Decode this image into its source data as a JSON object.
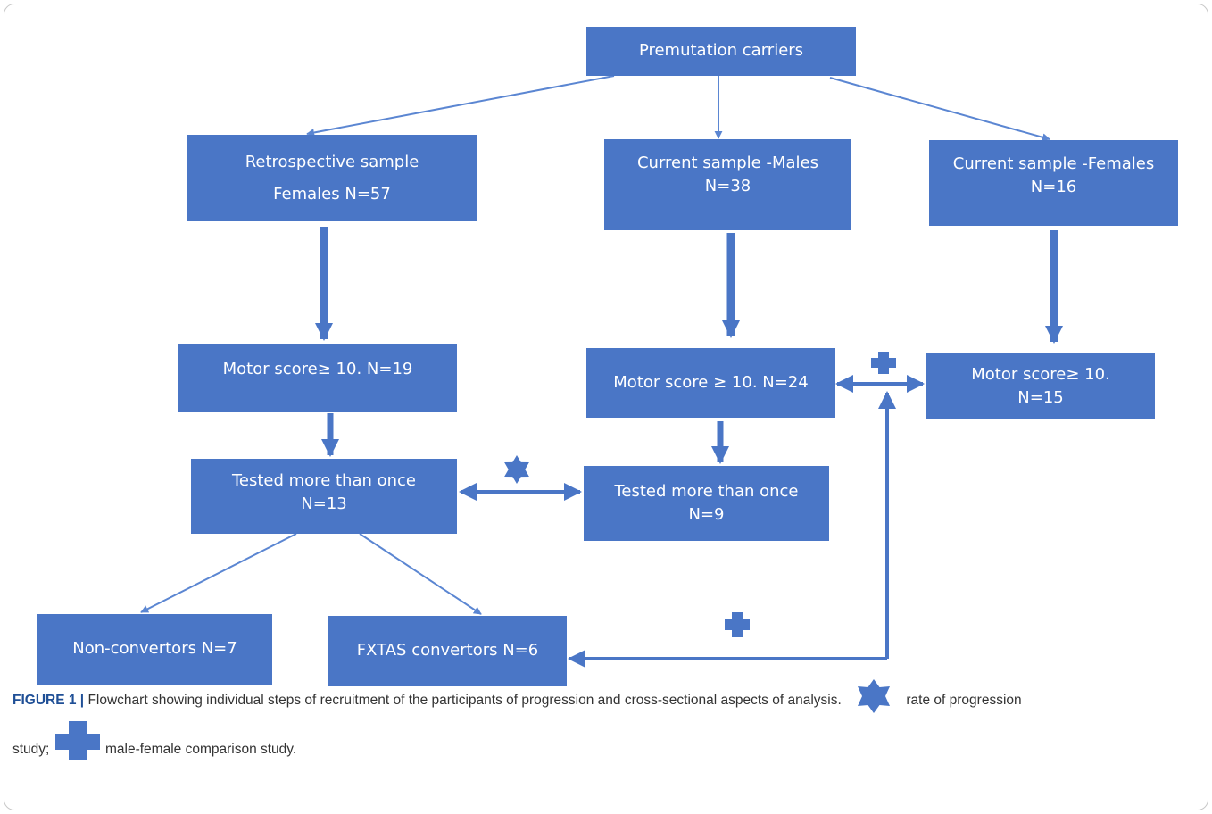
{
  "colors": {
    "box": "#4a76c6",
    "arrow": "#5b86d2",
    "caption_label": "#1f4f96"
  },
  "nodes": {
    "premutation": "Premutation carriers",
    "retrospective": {
      "line1": "Retrospective sample",
      "line2": "Females N=57"
    },
    "current_males": {
      "line1": "Current sample -Males",
      "line2": "N=38"
    },
    "current_females": {
      "line1": "Current sample -Females",
      "line2": "N=16"
    },
    "motor_retro": "Motor score≥ 10.  N=19",
    "motor_males": "Motor score ≥ 10. N=24",
    "motor_females": {
      "line1": "Motor score≥ 10.",
      "line2": "N=15"
    },
    "tested_retro": {
      "line1": "Tested more than once",
      "line2": "N=13"
    },
    "tested_males": {
      "line1": "Tested more than once",
      "line2": "N=9"
    },
    "non_convertors": "Non-convertors N=7",
    "fxtas_convertors": "FXTAS convertors N=6"
  },
  "caption": {
    "label": "FIGURE 1 |",
    "text1": "Flowchart showing individual steps of recruitment of the participants of progression and cross-sectional aspects of analysis.",
    "legend_star": "rate of progression",
    "text2": "study;",
    "legend_cross": "male-female comparison study."
  },
  "icons": {
    "star": "star-icon",
    "cross": "cross-icon"
  }
}
